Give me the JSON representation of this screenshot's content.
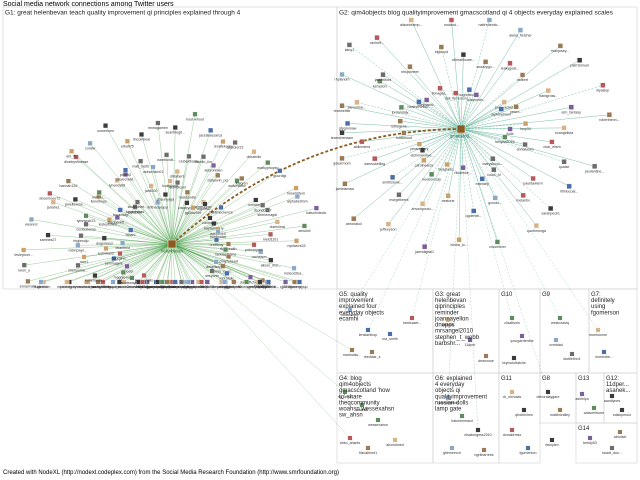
{
  "title": "Social media network connections among Twitter users",
  "footer": "Created with NodeXL (http://nodexl.codeplex.com) from the Social Media Research Foundation (http://www.smrfoundation.org)",
  "colors": {
    "g1_edge": "#3f9a3f",
    "g2_edge": "#2f9a78",
    "bridge": "#8b5a1e",
    "box": "#d0d0d0",
    "g1_hub_label": "#2a6a2a",
    "g2_hub_label": "#1a6a6a"
  },
  "groups": [
    {
      "id": "G1",
      "label": "G1: great helenbevan teach quality improvement qi principles explained through 4"
    },
    {
      "id": "G2",
      "label": "G2: qim4objects blog qualityimprovement gmacscotland qi 4 objects everyday explained scales"
    },
    {
      "id": "G3",
      "label": "G3: great helenbevan qiprinciples reminder joannayellon dnopps mrsangel2010 stephen_t_webb barbshr..."
    },
    {
      "id": "G4",
      "label": "G4: blog qim4objects gmacscotland 'how to' share theqcommunity woahsn wessexahsn sw_ahsn"
    },
    {
      "id": "G5",
      "label": "G5: quality improvement explained four everyday objects ecamhi"
    },
    {
      "id": "G6",
      "label": "G6: explained 4 everyday objects qi qualityimprovement russian dolls lamp gate"
    },
    {
      "id": "G7",
      "label": "G7: definitely using fgomerson"
    },
    {
      "id": "G8",
      "label": "G8"
    },
    {
      "id": "G9",
      "label": "G9"
    },
    {
      "id": "G10",
      "label": "G10"
    },
    {
      "id": "G11",
      "label": "G11"
    },
    {
      "id": "G12",
      "label": "G12: 11dper... asanek..."
    },
    {
      "id": "G13",
      "label": "G13"
    },
    {
      "id": "G14",
      "label": "G14"
    }
  ],
  "hubs": [
    {
      "id": "h1",
      "label": "helenbevan"
    },
    {
      "id": "h2",
      "label": "gmacscotl..."
    }
  ],
  "nodes_g1": [
    "flyinhealth",
    "rachelsev...",
    "mcleod2ka...",
    "racktapsiome",
    "alison_mor...",
    "ideagenerati...",
    "cmg7cheart",
    "davidfitchet...",
    "cjj2215",
    "amgillsepie1",
    "wyoung86",
    "lavery_sjo",
    "kaess_gues...",
    "candydesian...",
    "cynthiaarnie...",
    "mbrofolic",
    "alexengel...",
    "katkynaeldi...",
    "sesyorth",
    "jjpinkie80",
    "mbeccuppe",
    "drdcjsunite",
    "amessperi",
    "gill_improv...",
    "luke30",
    "hepathonc",
    "mmnvl",
    "rll_gi",
    "lyrewe56",
    "tsswell1",
    "anthonylon...",
    "peter_mccu...",
    "afterwoo",
    "kamma_qu...",
    "lrccnyoushare...",
    "simpsonmo...",
    "neil_trevorsta...",
    "hilerdavi",
    "garyopcbt",
    "marnnowal...",
    "pentonad...",
    "lrcashkfis...",
    "scaldyhell",
    "cocoterrie",
    "bssm_riceman",
    "knowledge...",
    "toeddler74",
    "ramjavhing",
    "hfwfrogan",
    "raknut1...",
    "murray77",
    "lexus_nails",
    "karenpane...",
    "lukahinpeeh",
    "ms_tilaie",
    "rachelsnelts...",
    "nrpeteagray",
    "scottwayne...",
    "maheshlaur",
    "alexhum",
    "dshocel",
    "vanessa_s...",
    "tsiglimbh",
    "maggiewo...",
    "katienauta...",
    "sxnarmahi",
    "jammagpie",
    "chenyuma...",
    "loren_e",
    "georgina...",
    "uwe1",
    "lesleyburt...",
    "kuhnhans",
    "robinpayn...",
    "samnes27",
    "cbanfield",
    "ringlesdjo",
    "wearerc",
    "aogeneesi",
    "ceciaubarao",
    "jarlahe1",
    "fahar1",
    "lymnsrstr23",
    "oboemouu72",
    "lesleyscwhi...",
    "janellewine...",
    "hannah139",
    "stephenlitt...",
    "lionelbeys",
    "dharbysfinesse",
    "llocavlaig",
    "kiwiblo...",
    "ehl_ffc",
    "jamspain",
    "lyneedy96",
    "zurdlw",
    "kingheenes",
    "stevecrawf..",
    "uumerloen",
    "stuartorcel...",
    "jclimb3",
    "elbatt75",
    "jwdt200",
    "matt_bell9",
    "lincolnbeal",
    "fintheuseasy",
    "wolswhich01",
    "mnhagamen",
    "shaunyaga",
    "nambondt...",
    "seanthegit...",
    "loukipkoet",
    "dlitalberti",
    "hoot-whoot",
    "dewelicoet",
    "clubeldisatie",
    "jaceskaesarca",
    "hazidoodie",
    "rosello_fox",
    "leraltekagn",
    "cdoppyclov",
    "kebrohmen",
    "castolor23",
    "jlgillow999",
    "dstlanvin_pci",
    "dmuiedio",
    "qimedgoer",
    "wolvesbisv",
    "markyphopsy",
    "mgoesl2..",
    "kalgren",
    "gourdigi",
    "shellmeckenze",
    "onlineeric",
    "breadsitem",
    "kaytamorely",
    "dcondon77",
    "alphabetimm",
    "cailtmoun",
    "sherlemagdr",
    "katsohnieckr",
    "irony2010",
    "clarecleat",
    "dewlcbl",
    "bwbbooks",
    "meld1101",
    "nynlaevs33",
    "orafftbay",
    "pubcarpark"
  ],
  "nodes_g2": [
    "ilulie",
    "char_ellsm",
    "peolantine...",
    "kellyaa2015",
    "quaise",
    "lrtinlocoal...",
    "annatumm",
    "pauldawtern",
    "sarahpeck1",
    "marysbuyu...",
    "melanbv",
    "quothmorga",
    "rocks_hi",
    "gcrodo...",
    "rossmichn",
    "marraby",
    "ogdeneli...",
    "lshiba_lo...",
    "rilsdeeke...",
    "nestorsr",
    "jawndigital1",
    "heaglarts...",
    "anvwhyoutu...",
    "jeffeeyson",
    "neobomzay",
    "morgelbrent",
    "abronakol",
    "carolbealsa",
    "smithstone...",
    "jamelamaw",
    "atchmynolive...",
    "samsukelling",
    "gdearmorh",
    "pmanhenry",
    "aldkinderd",
    "teamcheriasm",
    "fcafkwood",
    "gtpgmmaw",
    "reannetitle",
    "ruthsgene...",
    "stevenbar...",
    "rhplandm",
    "jordandaly...",
    "kempton",
    "lainy1",
    "noelmam9...",
    "jacobtiford",
    "rachelf...",
    "heatherbrew...",
    "nhspioneer",
    "alisonbramp...",
    "fionagee...",
    "bigwuyd",
    "rustand...",
    "dali_ferrerson",
    "rdhealthcare...",
    "natfrederick...",
    "hughmccos...",
    "snazzygu...",
    "alana_fletcher",
    "lufapomin...",
    "leakygoat...",
    "fsanjosey...",
    "jockcracker",
    "dstbert",
    "patri1kmuel",
    "yswrn...",
    "bardgross..",
    "lilyalsop",
    "lupkiseswen",
    "elm_fantasy",
    "roberthenn...",
    "lusy34",
    "evangelista"
  ],
  "nodes_small": [
    "bitdoccdoc",
    "lenstartinop",
    "mariovalu...",
    "reediasr_s",
    "ma_smith",
    "hardcasel...",
    "sg_ahsn",
    "woahsn",
    "wessexahsn",
    "ahsn_ahsnfs",
    "fitzcabinet1",
    "alcondmed",
    "lisaedwardm",
    "hatchenmacd",
    "elsaburgess2010",
    "gflemeerch",
    "ngritbarreirs",
    "morrisionre",
    "nomeobe...",
    "westcoastq",
    "xvmtdad",
    "stuttlefinn1",
    "clizaltusin",
    "yourgardenfoe",
    "lwymcluttatchs",
    "dr_nicholas",
    "qtrobrlchen",
    "donaldrmsx",
    "fgomerson",
    "deboralaygare",
    "mattkrivalley",
    "dwnylen",
    "aandiynes",
    "sdslupmulo",
    "ashlelya",
    "wdacentsorn",
    "beedy53",
    "stuart_dun...",
    "asanek",
    "11dper",
    "deanouse",
    "abroisel"
  ]
}
